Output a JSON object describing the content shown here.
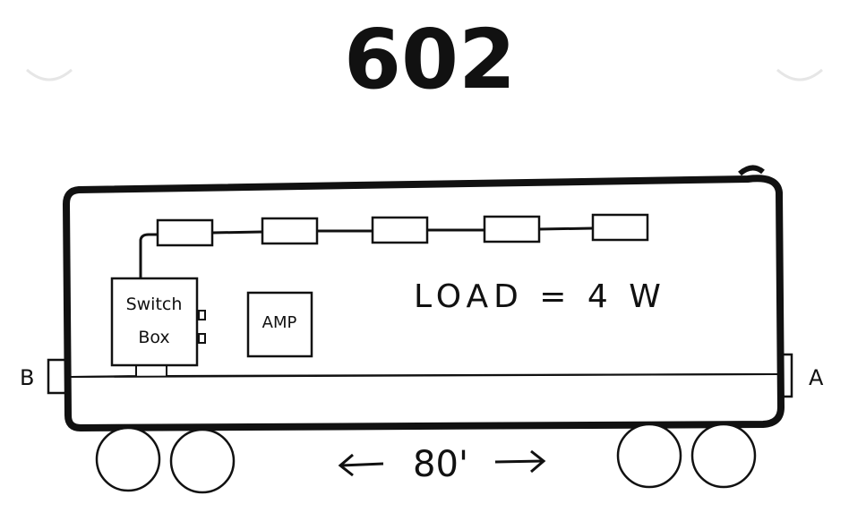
{
  "title": "602",
  "switch_box": {
    "line1": "Switch",
    "line2": "Box"
  },
  "amp_label": "AMP",
  "load_label": "LOAD = 4 W",
  "end_a": "A",
  "end_b": "B",
  "length_label": "80'",
  "colors": {
    "ink": "#111111",
    "paper": "#ffffff",
    "punch_hole": "#e6e6e6"
  },
  "light_count": 5,
  "wheel_count": 4
}
